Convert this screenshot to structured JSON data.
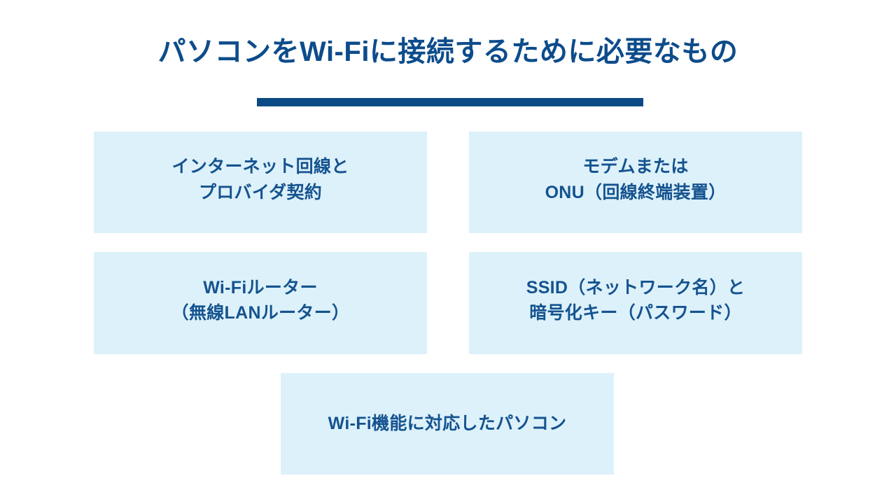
{
  "slide": {
    "title": "パソコンをWi-Fiに接続するために必要なもの",
    "background_color": "#ffffff",
    "accent_color": "#0b4a85",
    "title_color": "#0d4c8b",
    "card_background_color": "#ddf1fa",
    "card_text_color": "#15538f",
    "cards": [
      {
        "id": "internet-line-provider",
        "text": "インターネット回線と\nプロバイダ契約"
      },
      {
        "id": "modem-onu",
        "text": "モデムまたは\nONU（回線終端装置）"
      },
      {
        "id": "wifi-router",
        "text": "Wi-Fiルーター\n（無線LANルーター）"
      },
      {
        "id": "ssid-encryption-key",
        "text": "SSID（ネットワーク名）と\n暗号化キー（パスワード）"
      },
      {
        "id": "wifi-capable-pc",
        "text": "Wi-Fi機能に対応したパソコン"
      }
    ]
  }
}
